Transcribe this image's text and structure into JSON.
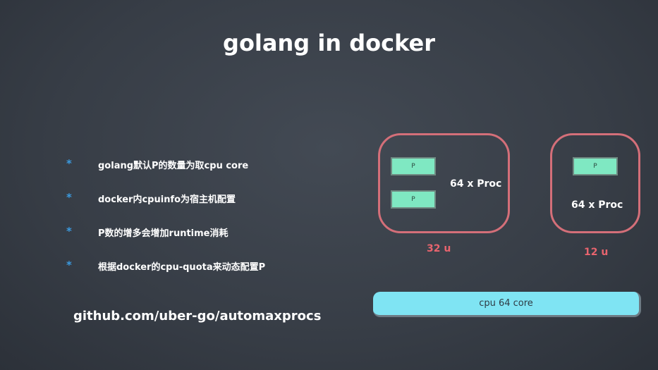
{
  "title": "golang in docker",
  "bullets": [
    {
      "icon": "asterisk-icon",
      "text": "golang默认P的数量为取cpu core"
    },
    {
      "icon": "asterisk-icon",
      "text": "docker内cpuinfo为宿主机配置"
    },
    {
      "icon": "asterisk-icon",
      "text": "P数的增多会增加runtime消耗"
    },
    {
      "icon": "asterisk-icon",
      "text": "根据docker的cpu-quota来动态配置P"
    }
  ],
  "bullet_marker": "*",
  "link": "github.com/uber-go/automaxprocs",
  "diagram": {
    "containers": [
      {
        "p_labels": [
          "P",
          "P"
        ],
        "proc_label": "64 x Proc",
        "quota": "32 u"
      },
      {
        "p_labels": [
          "P"
        ],
        "proc_label": "64 x Proc",
        "quota": "12 u"
      }
    ],
    "cpu_label": "cpu 64 core"
  },
  "colors": {
    "border": "#d46f79",
    "p_fill": "#7fe8c2",
    "cpu_fill": "#7fe4f3",
    "quota": "#e8646e",
    "bullet": "#3b9be0"
  }
}
